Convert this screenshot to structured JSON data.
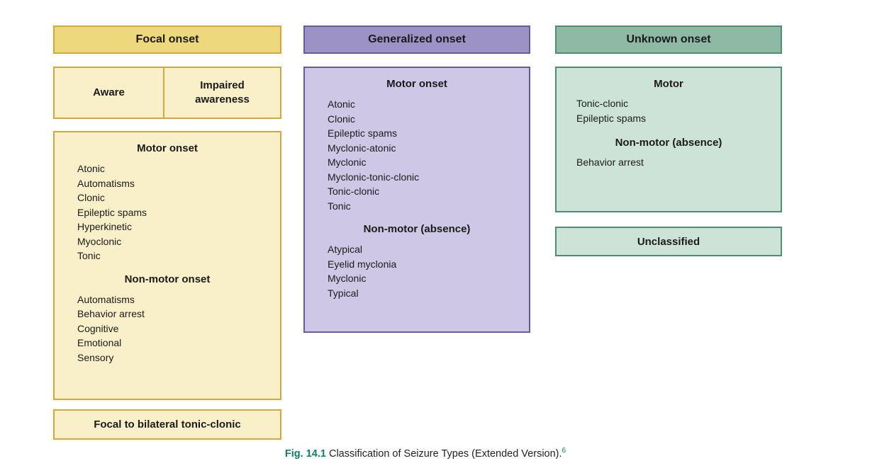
{
  "colors": {
    "focal_header": "#eed87d",
    "focal_body": "#f9efc8",
    "focal_border": "#cfa93f",
    "generalized_header": "#9c92c5",
    "generalized_body": "#cec8e6",
    "generalized_border": "#655c9b",
    "unknown_header": "#8ebaa5",
    "unknown_body": "#cee3d8",
    "unknown_border": "#4f8e72",
    "caption_accent": "#0e7c6b"
  },
  "focal": {
    "title": "Focal onset",
    "aware_label": "Aware",
    "impaired_label": "Impaired awareness",
    "motor_title": "Motor onset",
    "motor_items": [
      "Atonic",
      "Automatisms",
      "Clonic",
      "Epileptic spams",
      "Hyperkinetic",
      "Myoclonic",
      "Tonic"
    ],
    "nonmotor_title": "Non-motor onset",
    "nonmotor_items": [
      "Automatisms",
      "Behavior arrest",
      "Cognitive",
      "Emotional",
      "Sensory"
    ],
    "bilateral_label": "Focal to bilateral tonic-clonic"
  },
  "generalized": {
    "title": "Generalized onset",
    "motor_title": "Motor onset",
    "motor_items": [
      "Atonic",
      "Clonic",
      "Epileptic spams",
      "Myclonic-atonic",
      "Myclonic",
      "Myclonic-tonic-clonic",
      "Tonic-clonic",
      "Tonic"
    ],
    "nonmotor_title": "Non-motor (absence)",
    "nonmotor_items": [
      "Atypical",
      "Eyelid myclonia",
      "Myclonic",
      "Typical"
    ]
  },
  "unknown": {
    "title": "Unknown onset",
    "motor_title": "Motor",
    "motor_items": [
      "Tonic-clonic",
      "Epileptic spams"
    ],
    "nonmotor_title": "Non-motor (absence)",
    "nonmotor_items": [
      "Behavior arrest"
    ],
    "unclassified_label": "Unclassified"
  },
  "caption": {
    "fig_label": "Fig. 14.1",
    "text": " Classification of Seizure Types (Extended Version).",
    "superscript": "6"
  }
}
